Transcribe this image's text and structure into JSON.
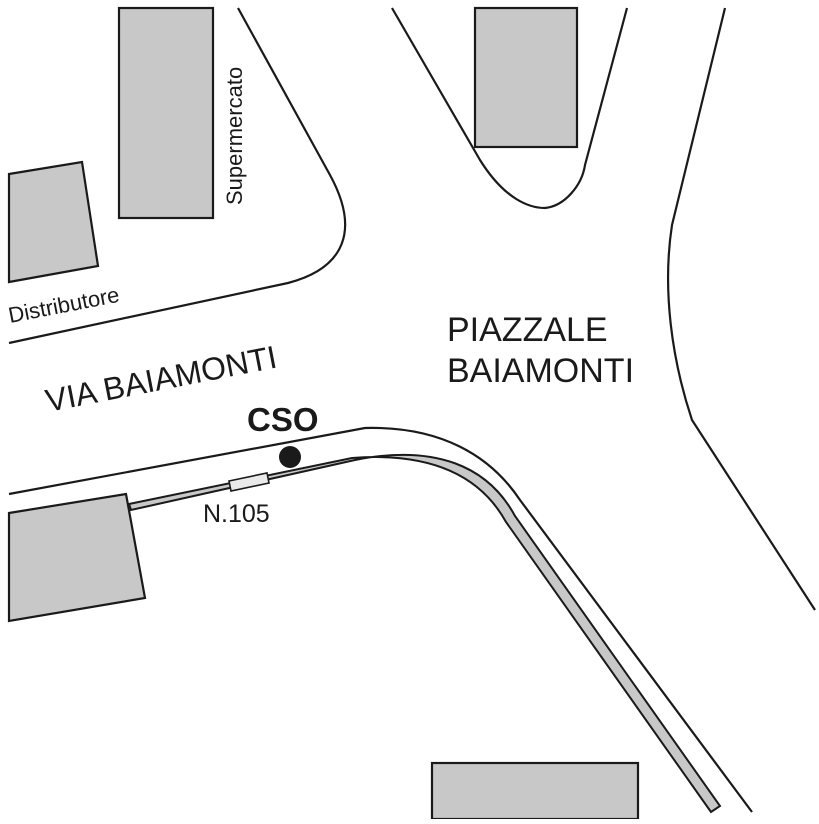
{
  "map": {
    "colors": {
      "background": "#ffffff",
      "building_fill": "#c8c8c8",
      "line": "#1a1a1a",
      "sidewalk_fill": "#c8c8c8",
      "marker_fill": "#1a1a1a"
    },
    "labels": {
      "supermarket": "Supermercato",
      "fuel_station": "Distributore",
      "street": "VIA BAIAMONTI",
      "square_line1": "PIAZZALE",
      "square_line2": "BAIAMONTI",
      "marker": "CSO",
      "house_number": "N.105"
    }
  }
}
